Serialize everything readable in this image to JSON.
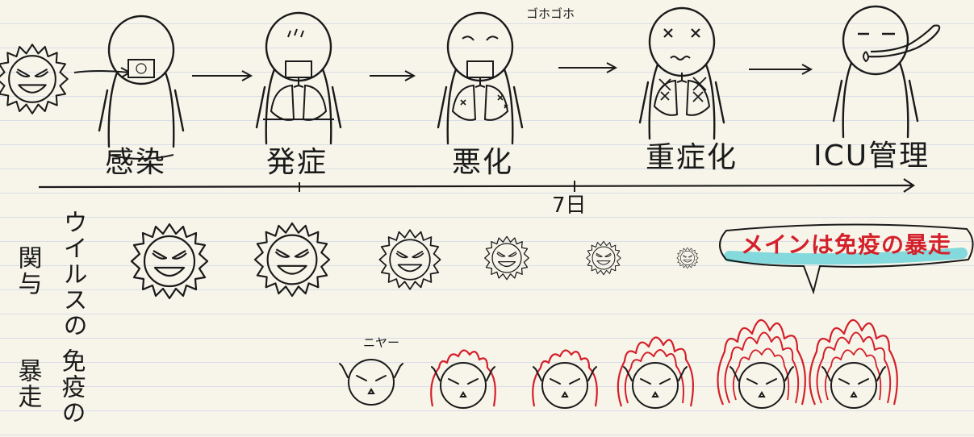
{
  "stages": [
    {
      "label": "感染"
    },
    {
      "label": "発症"
    },
    {
      "label": "悪化"
    },
    {
      "label": "重症化"
    },
    {
      "label": "ICU管理"
    }
  ],
  "cough_text": "ゴホゴホ",
  "timeline_marker": "7日",
  "rows": {
    "virus_label_a": "ウイルスの",
    "virus_label_b": "関与",
    "immune_label_a": "免疫の",
    "immune_label_b": "暴走"
  },
  "callout": "メインは免疫の暴走",
  "immune_sound": "ニヤー",
  "colors": {
    "ink": "#1a1a1a",
    "fire": "#d4202a",
    "highlight": "#6fd3d8",
    "paper": "#f7f5ea",
    "rule": "#d9dde8"
  }
}
